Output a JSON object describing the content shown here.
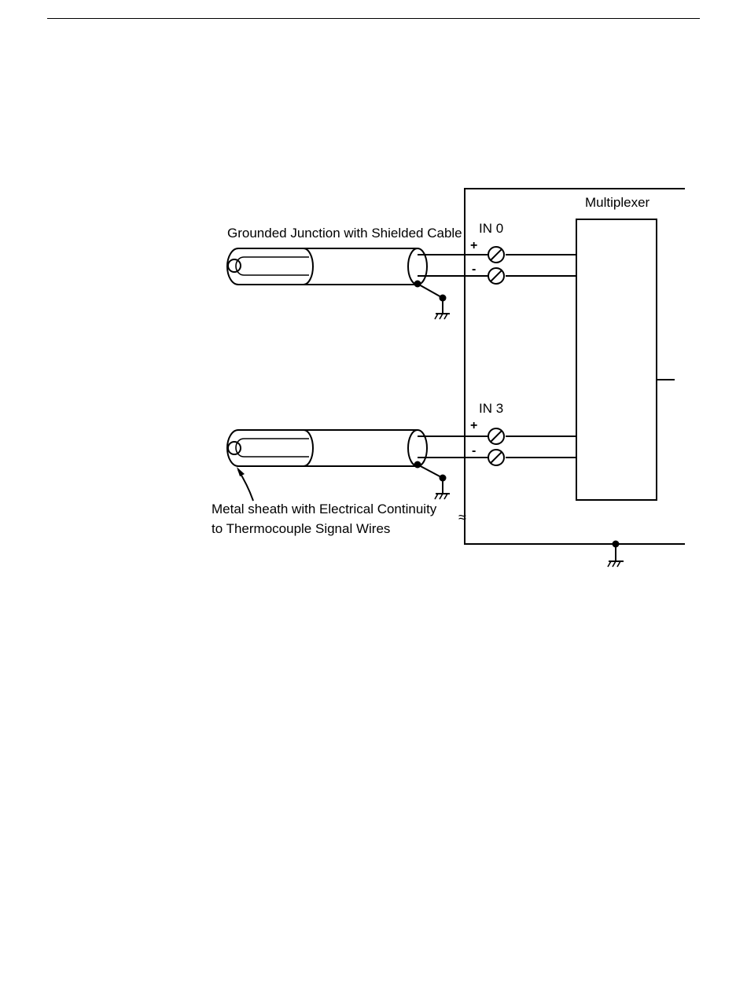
{
  "labels": {
    "multiplexer": "Multiplexer",
    "grounded_junction": "Grounded Junction with Shielded Cable",
    "in0": "IN 0",
    "in3": "IN 3",
    "plus": "+",
    "minus": "-",
    "sheath_line1": "Metal sheath with Electrical Continuity",
    "sheath_line2": "to Thermocouple Signal Wires",
    "break_mark": "≈"
  },
  "colors": {
    "line": "#000000",
    "background": "#ffffff"
  }
}
